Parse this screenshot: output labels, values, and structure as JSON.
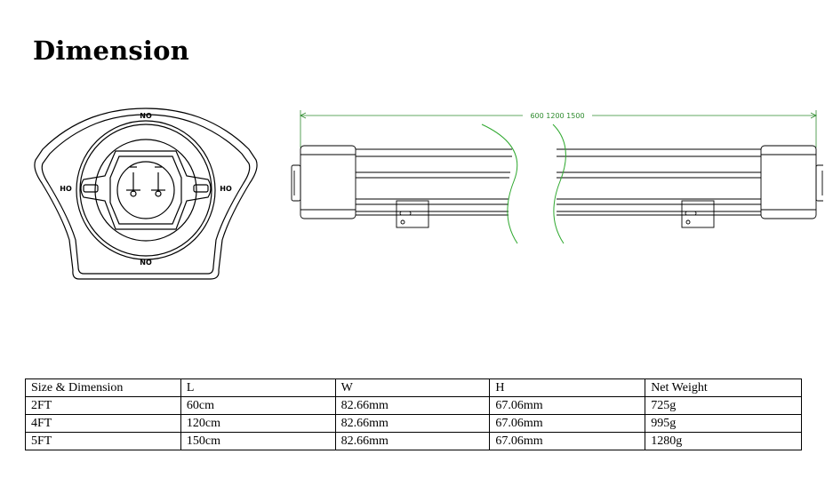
{
  "title": "Dimension",
  "end_view": {
    "label_top": "NO",
    "label_bottom": "NO",
    "label_left": "HO",
    "label_right": "HO"
  },
  "side_view": {
    "length_label": "600 1200 1500"
  },
  "table": {
    "headers": [
      "Size & Dimension",
      "L",
      "W",
      "H",
      "Net Weight"
    ],
    "rows": [
      [
        "2FT",
        "60cm",
        "82.66mm",
        "67.06mm",
        "725g"
      ],
      [
        "4FT",
        "120cm",
        "82.66mm",
        "67.06mm",
        "995g"
      ],
      [
        "5FT",
        "150cm",
        "82.66mm",
        "67.06mm",
        "1280g"
      ]
    ]
  }
}
